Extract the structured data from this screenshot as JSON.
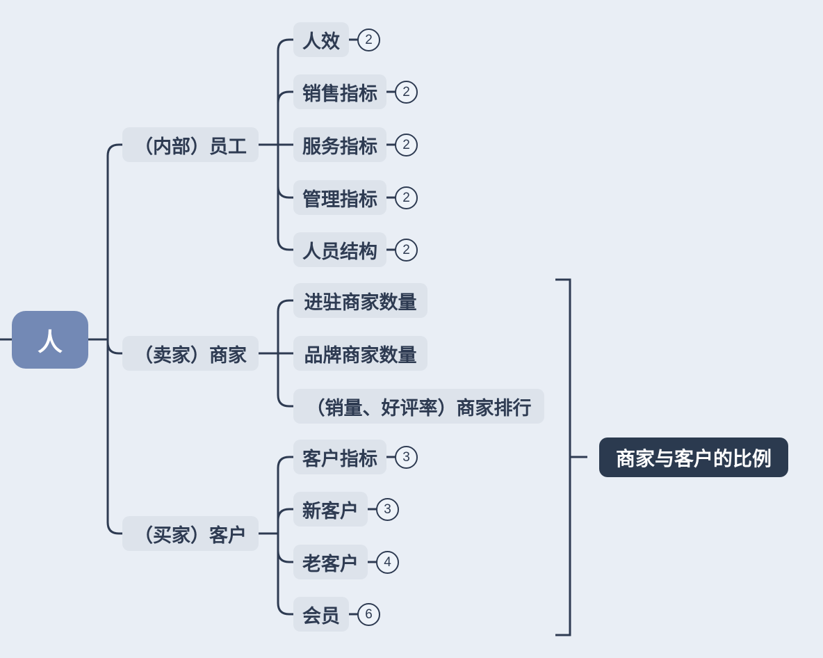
{
  "colors": {
    "background": "#e9eef5",
    "line": "#2e3b52",
    "topic_fill": "#dde3eb",
    "topic_text": "#2e3b52",
    "root_fill": "#7389b5",
    "root_text": "#ffffff",
    "summary_fill": "#2b3a4f",
    "summary_text": "#ffffff"
  },
  "mindmap": {
    "root": {
      "label": "人"
    },
    "branches": [
      {
        "label": "（内部）员工",
        "children": [
          {
            "label": "人效",
            "badge": "2"
          },
          {
            "label": "销售指标",
            "badge": "2"
          },
          {
            "label": "服务指标",
            "badge": "2"
          },
          {
            "label": "管理指标",
            "badge": "2"
          },
          {
            "label": "人员结构",
            "badge": "2"
          }
        ]
      },
      {
        "label": "（卖家）商家",
        "children": [
          {
            "label": "进驻商家数量"
          },
          {
            "label": "品牌商家数量"
          },
          {
            "label": "（销量、好评率）商家排行"
          }
        ]
      },
      {
        "label": "（买家）客户",
        "children": [
          {
            "label": "客户指标",
            "badge": "3"
          },
          {
            "label": "新客户",
            "badge": "3"
          },
          {
            "label": "老客户",
            "badge": "4"
          },
          {
            "label": "会员",
            "badge": "6"
          }
        ]
      }
    ],
    "summary": {
      "label": "商家与客户的比例"
    }
  }
}
